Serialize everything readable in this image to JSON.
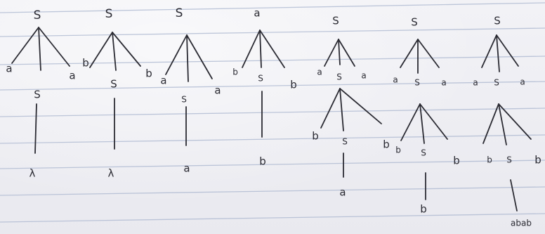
{
  "trees": [
    {
      "root": "S",
      "children": [
        {
          "label": "a"
        },
        {
          "label": "S",
          "children": [
            {
              "label": "λ"
            }
          ]
        },
        {
          "label": "a"
        }
      ]
    },
    {
      "root": "S",
      "children": [
        {
          "label": "b"
        },
        {
          "label": "S",
          "children": [
            {
              "label": "λ"
            }
          ]
        },
        {
          "label": "b"
        }
      ]
    },
    {
      "root": "S",
      "children": [
        {
          "label": "a"
        },
        {
          "label": "S",
          "children": [
            {
              "label": "a"
            }
          ]
        },
        {
          "label": "a"
        }
      ]
    },
    {
      "root": "a",
      "children": [
        {
          "label": "b"
        },
        {
          "label": "S",
          "children": [
            {
              "label": "b"
            }
          ]
        },
        {
          "label": "b"
        }
      ]
    },
    {
      "root": "S",
      "children": [
        {
          "label": "a"
        },
        {
          "label": "S",
          "children": [
            {
              "label": "b"
            },
            {
              "label": "S",
              "children": [
                {
                  "label": "a"
                }
              ]
            },
            {
              "label": "b"
            }
          ]
        },
        {
          "label": "a"
        }
      ]
    },
    {
      "root": "S",
      "children": [
        {
          "label": "a"
        },
        {
          "label": "S",
          "children": [
            {
              "label": "b"
            },
            {
              "label": "S",
              "children": [
                {
                  "label": "b"
                }
              ]
            },
            {
              "label": "b"
            }
          ]
        },
        {
          "label": "a"
        }
      ]
    },
    {
      "root": "S",
      "children": [
        {
          "label": "a"
        },
        {
          "label": "S",
          "children": [
            {
              "label": "b"
            },
            {
              "label": "S",
              "children": [
                {
                  "label": "abab"
                }
              ]
            },
            {
              "label": "b"
            }
          ]
        },
        {
          "label": "a"
        }
      ]
    }
  ]
}
